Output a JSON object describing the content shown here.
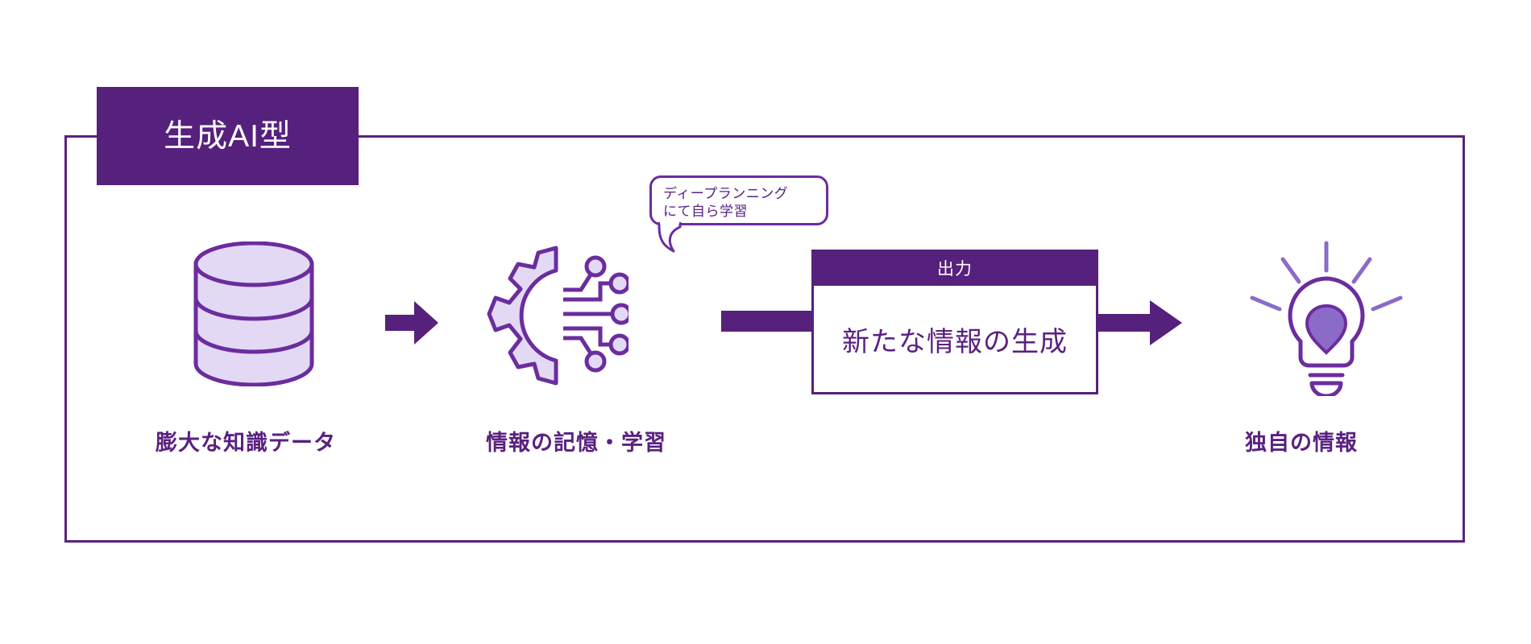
{
  "diagram": {
    "title_tag": "生成AI型",
    "colors": {
      "dark_purple": "#56207D",
      "frame_purple": "#5A2180",
      "mid_purple": "#6B2D9E",
      "light_lavender": "#E3D9F5",
      "accent_violet": "#8C6BC8",
      "white": "#FFFFFF"
    },
    "stages": [
      {
        "id": "knowledge-data",
        "icon": "database-cylinder-icon",
        "label": "膨大な知識データ"
      },
      {
        "id": "memory-learning",
        "icon": "gear-circuit-icon",
        "label": "情報の記憶・学習"
      },
      {
        "id": "unique-information",
        "icon": "lightbulb-icon",
        "label": "独自の情報"
      }
    ],
    "callout": {
      "icon": "speech-bubble-icon",
      "lines": [
        "ディープランニング",
        "にて自ら学習"
      ]
    },
    "output_box": {
      "header": "出力",
      "body": "新たな情報の生成"
    },
    "connectors": [
      {
        "id": "arrow-small",
        "icon": "arrow-right-icon",
        "from": "knowledge-data",
        "to": "memory-learning"
      },
      {
        "id": "bar-in",
        "icon": "connector-bar-icon",
        "from": "memory-learning",
        "to": "output-box"
      },
      {
        "id": "arrow-big",
        "icon": "arrow-right-icon",
        "from": "output-box",
        "to": "unique-information"
      }
    ]
  }
}
